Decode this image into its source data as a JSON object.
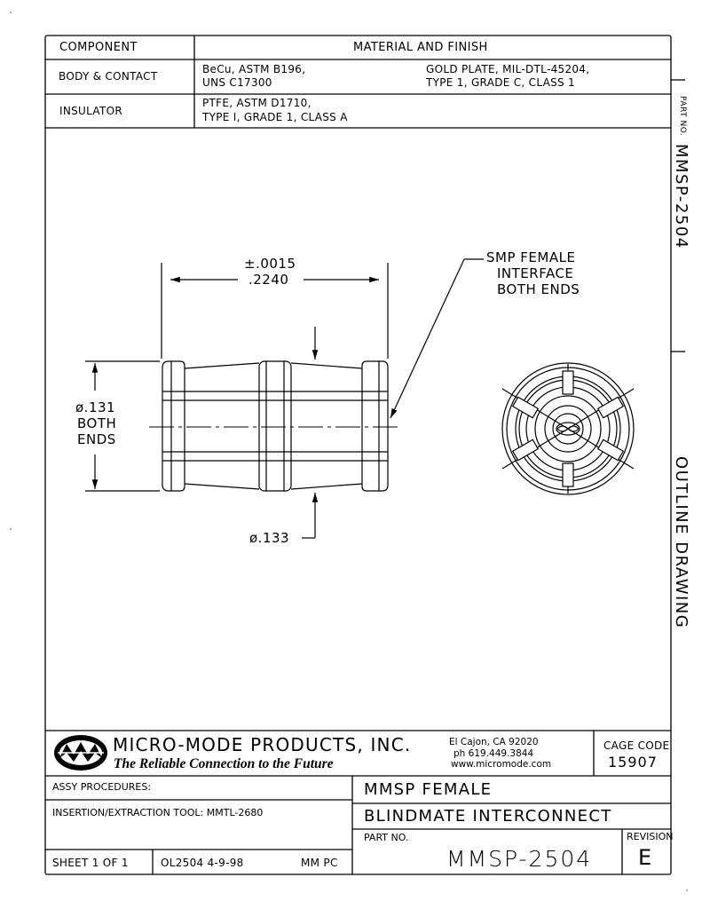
{
  "material_table": {
    "header_component": "COMPONENT",
    "header_material": "MATERIAL AND FINISH",
    "rows": [
      {
        "component": "BODY & CONTACT",
        "material_1": "BeCu, ASTM B196,",
        "material_2": "UNS C17300",
        "finish_1": "GOLD PLATE, MIL-DTL-45204,",
        "finish_2": "TYPE 1, GRADE C, CLASS 1"
      },
      {
        "component": "INSULATOR",
        "material_1": "PTFE, ASTM D1710,",
        "material_2": "TYPE I, GRADE 1, CLASS A",
        "finish_1": "",
        "finish_2": ""
      }
    ]
  },
  "side_margin": {
    "part_no_label": "PART NO.",
    "part_no": "MMSP-2504",
    "outline": "OUTLINE DRAWING"
  },
  "drawing": {
    "tolerance": "±.0015",
    "length": ".2240",
    "callout_1": "SMP FEMALE",
    "callout_2": "INTERFACE",
    "callout_3": "BOTH ENDS",
    "dia_1": "ø.131",
    "dia_1_note_1": "BOTH",
    "dia_1_note_2": "ENDS",
    "dia_2": "ø.133"
  },
  "title_block": {
    "company": "MICRO-MODE PRODUCTS, INC.",
    "tagline": "The Reliable Connection to the Future",
    "address_1": "El Cajon, CA  92020",
    "address_2": "ph  619.449.3844",
    "address_3": "www.micromode.com",
    "cage_label": "CAGE CODE",
    "cage_code": "15907",
    "assy_procedures": "ASSY PROCEDURES:",
    "tool": "INSERTION/EXTRACTION TOOL: MMTL-2680",
    "title_1": "MMSP FEMALE",
    "title_2": "BLINDMATE INTERCONNECT",
    "part_no_label": "PART NO.",
    "part_no": "MMSP-2504",
    "revision_label": "REVISION",
    "revision": "E",
    "sheet": "SHEET 1 OF 1",
    "drawing_ref": "OL2504  4-9-98",
    "initials": "MM PC"
  }
}
